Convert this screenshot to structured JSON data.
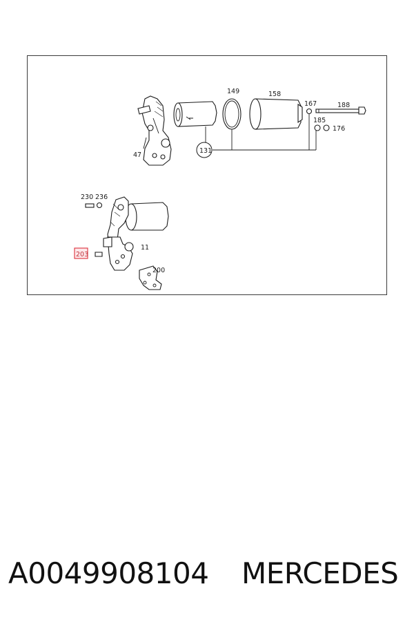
{
  "diagram": {
    "callouts": {
      "c149": "149",
      "c158": "158",
      "c167": "167",
      "c188": "188",
      "c185": "185",
      "c176": "176",
      "c131": "131",
      "c47": "47",
      "c230": "230",
      "c236": "236",
      "c11": "11",
      "c203": "203",
      "c200": "200"
    },
    "highlight_color": "#e0404a"
  },
  "footer": {
    "part_number": "A0049908104",
    "brand": "MERCEDES"
  }
}
